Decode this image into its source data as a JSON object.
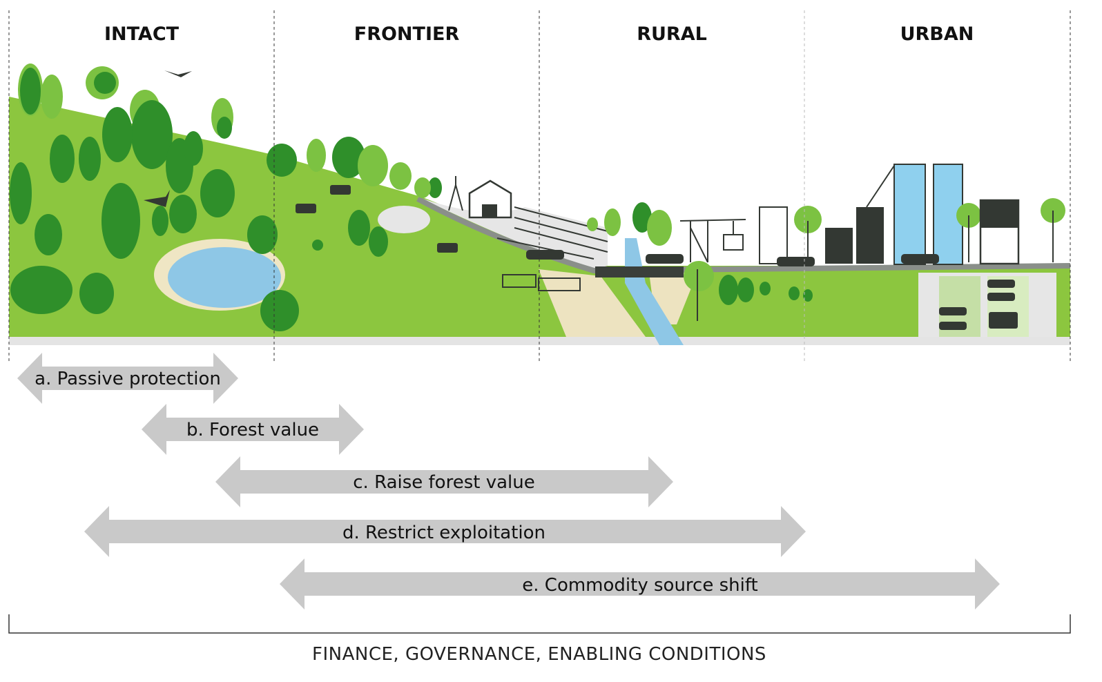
{
  "zones": [
    "INTACT",
    "FRONTIER",
    "RURAL",
    "URBAN"
  ],
  "interventions": [
    {
      "label": "a. Passive protection"
    },
    {
      "label": "b. Forest value"
    },
    {
      "label": "c. Raise forest value"
    },
    {
      "label": "d. Restrict exploitation"
    },
    {
      "label": "e. Commodity source shift"
    }
  ],
  "footer": "FINANCE, GOVERNANCE, ENABLING CONDITIONS",
  "colors": {
    "grass": "#8cc63f",
    "dark_tree": "#2f8f2a",
    "light_tree": "#7cc242",
    "water": "#8ec7e6",
    "arrow": "#c9c9c9"
  }
}
